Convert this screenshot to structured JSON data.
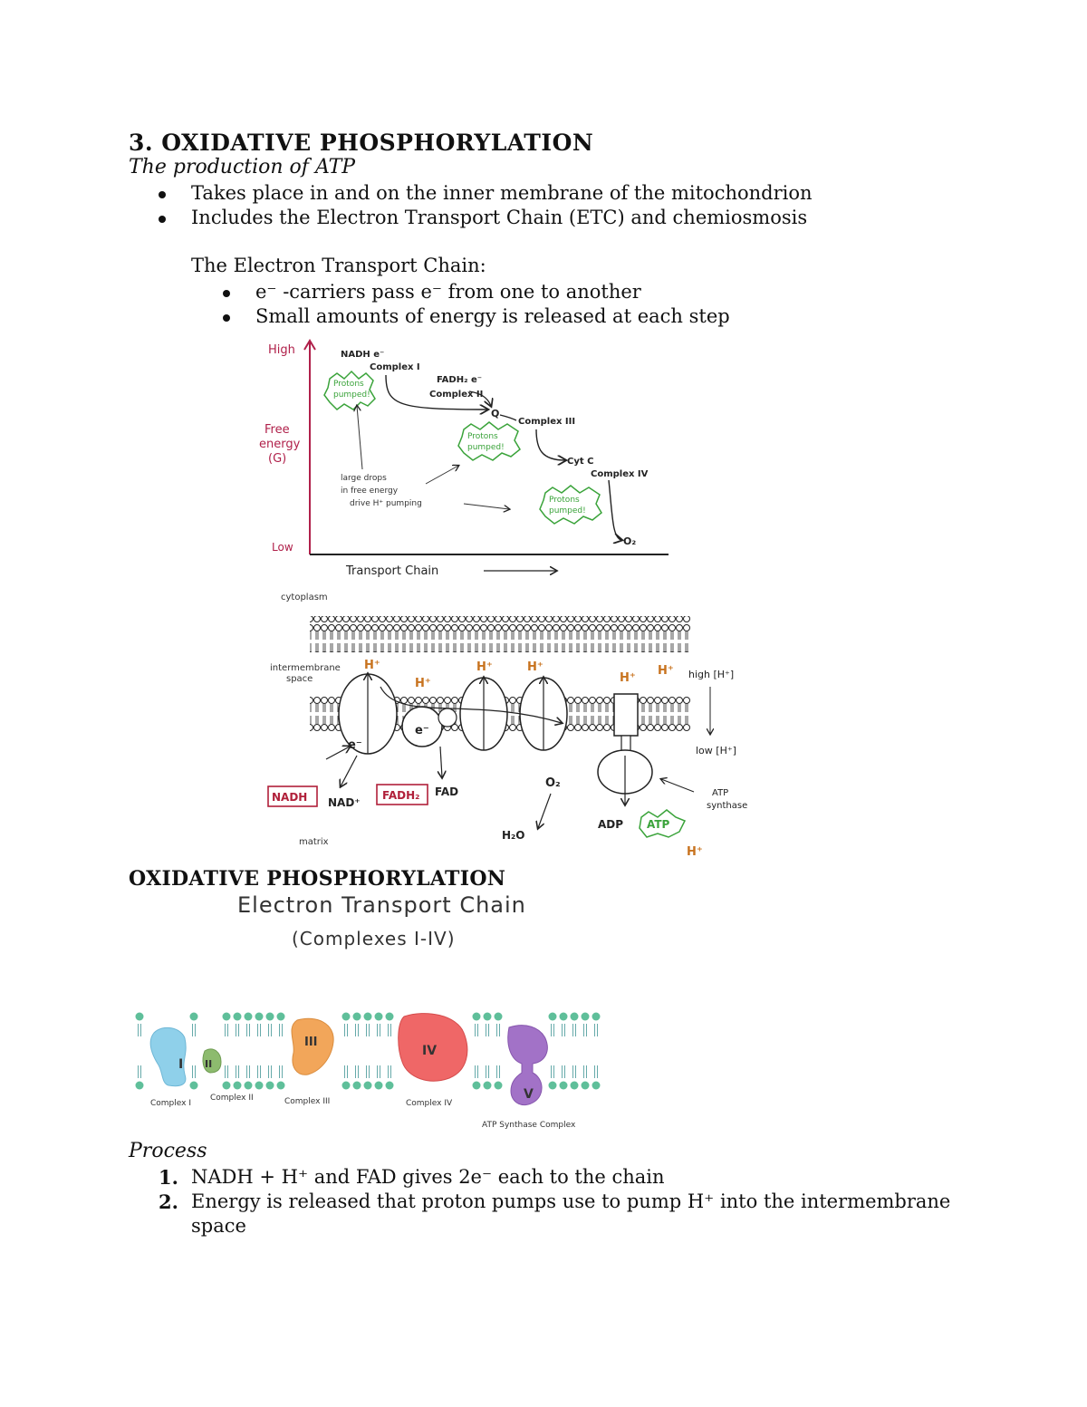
{
  "heading": {
    "title": "3. OXIDATIVE PHOSPHORYLATION",
    "subtitle": "The production of ATP"
  },
  "intro_bullets": [
    "Takes place in and on the inner membrane of the mitochondrion",
    "Includes the Electron Transport Chain (ETC) and chemiosmosis"
  ],
  "etc_section": {
    "label": "The Electron Transport Chain:",
    "bullets": [
      "e⁻ -carriers pass e⁻ from one to another",
      "Small amounts of energy is released at each step"
    ]
  },
  "energy_diagram": {
    "y_high": "High",
    "y_label_1": "Free",
    "y_label_2": "energy",
    "y_label_3": "(G)",
    "y_low": "Low",
    "x_label": "Transport  Chain",
    "carriers": {
      "nadh_e": "NADH e⁻",
      "complex1": "Complex I",
      "fadh2_e": "FADH₂ e⁻",
      "complex2": "Complex II",
      "q": "Q",
      "complex3": "Complex III",
      "cytc": "Cyt C",
      "complex4": "Complex IV",
      "o2": "O₂"
    },
    "burst_line1": "Protons",
    "burst_line2": "pumped!",
    "note_line1": "large drops",
    "note_line2": "in free energy",
    "note_line3": "drive H⁺ pumping",
    "colors": {
      "axis": "#b0204a",
      "burst": "#3aa33a",
      "ink": "#222222"
    }
  },
  "membrane_diagram": {
    "cytoplasm": "cytoplasm",
    "intermembrane_1": "intermembrane",
    "intermembrane_2": "space",
    "h_plus": "H⁺",
    "high_h": "high [H⁺]",
    "low_h": "low [H⁺]",
    "e_minus": "e⁻",
    "nadh": "NADH",
    "nad_plus": "NAD⁺",
    "fadh2": "FADH₂",
    "fad": "FAD",
    "o2": "O₂",
    "h2o": "H₂O",
    "adp": "ADP",
    "atp": "ATP",
    "atp_synthase_1": "ATP",
    "atp_synthase_2": "synthase",
    "matrix": "matrix",
    "colors": {
      "h_plus": "#c8731f",
      "nadh_box": "#b0203a",
      "atp": "#3aa33a"
    }
  },
  "section2": {
    "title": "OXIDATIVE PHOSPHORYLATION",
    "hand_title": "Electron Transport Chain",
    "hand_subtitle": "(Complexes I-IV)"
  },
  "complex_figure": {
    "labels": {
      "c1": "Complex I",
      "c2": "Complex II",
      "c3": "Complex III",
      "c4": "Complex IV",
      "c5": "ATP Synthase Complex"
    },
    "numerals": {
      "c1": "I",
      "c2": "II",
      "c3": "III",
      "c4": "IV",
      "c5": "V"
    },
    "colors": {
      "c1": "#8fd0ea",
      "c2": "#8dbb6e",
      "c3": "#f2a65a",
      "c4": "#ef6767",
      "c5": "#a272c7",
      "lipid": "#5fbf9a"
    }
  },
  "process": {
    "label": "Process",
    "steps": [
      {
        "num": "1.",
        "text": "NADH + H⁺ and FAD gives 2e⁻ each to the chain"
      },
      {
        "num": "2.",
        "text": "Energy is released that proton pumps use to pump H⁺ into the intermembrane space"
      }
    ]
  }
}
